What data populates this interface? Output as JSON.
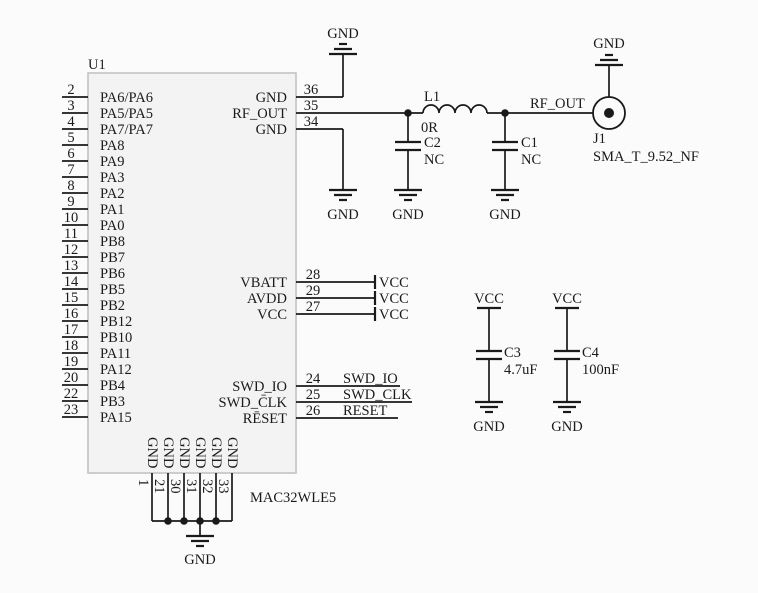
{
  "colors": {
    "background": "#fbfbfb",
    "wire": "#1a1a1a",
    "chip_fill": "#f3f3f3",
    "chip_border": "#c0c0c0"
  },
  "nets": {
    "gnd": "GND",
    "vcc": "VCC",
    "rf_out": "RF_OUT",
    "swd_io": "SWD_IO",
    "swd_clk": "SWD_CLK",
    "reset": "RESET"
  },
  "mcu": {
    "ref": "U1",
    "part": "MAC32WLE5",
    "left_pins": [
      {
        "num": "2",
        "name": "PA6/PA6"
      },
      {
        "num": "3",
        "name": "PA5/PA5"
      },
      {
        "num": "4",
        "name": "PA7/PA7"
      },
      {
        "num": "5",
        "name": "PA8"
      },
      {
        "num": "6",
        "name": "PA9"
      },
      {
        "num": "7",
        "name": "PA3"
      },
      {
        "num": "8",
        "name": "PA2"
      },
      {
        "num": "9",
        "name": "PA1"
      },
      {
        "num": "10",
        "name": "PA0"
      },
      {
        "num": "11",
        "name": "PB8"
      },
      {
        "num": "12",
        "name": "PB7"
      },
      {
        "num": "13",
        "name": "PB6"
      },
      {
        "num": "14",
        "name": "PB5"
      },
      {
        "num": "15",
        "name": "PB2"
      },
      {
        "num": "16",
        "name": "PB12"
      },
      {
        "num": "17",
        "name": "PB10"
      },
      {
        "num": "18",
        "name": "PA11"
      },
      {
        "num": "19",
        "name": "PA12"
      },
      {
        "num": "20",
        "name": "PB4"
      },
      {
        "num": "22",
        "name": "PB3"
      },
      {
        "num": "23",
        "name": "PA15"
      }
    ],
    "rf_pins": [
      {
        "num": "36",
        "name": "GND"
      },
      {
        "num": "35",
        "name": "RF_OUT"
      },
      {
        "num": "34",
        "name": "GND"
      }
    ],
    "power_pins": [
      {
        "num": "28",
        "name": "VBATT"
      },
      {
        "num": "29",
        "name": "AVDD"
      },
      {
        "num": "27",
        "name": "VCC"
      }
    ],
    "swd_pins": [
      {
        "num": "24",
        "name": "SWD_IO"
      },
      {
        "num": "25",
        "name": "SWD_C̄LK"
      },
      {
        "num": "26",
        "name": "RĒSET"
      }
    ],
    "bottom_pins": [
      {
        "num": "1",
        "name": "GND"
      },
      {
        "num": "21",
        "name": "GND"
      },
      {
        "num": "30",
        "name": "GND"
      },
      {
        "num": "31",
        "name": "GND"
      },
      {
        "num": "32",
        "name": "GND"
      },
      {
        "num": "33",
        "name": "GND"
      }
    ]
  },
  "rf_filter": {
    "l1_ref": "L1",
    "l1_value": "0R",
    "c2_ref": "C2",
    "c2_value": "NC",
    "c1_ref": "C1",
    "c1_value": "NC"
  },
  "connector": {
    "ref": "J1",
    "part": "SMA_T_9.52_NF"
  },
  "decoupling": {
    "c3_ref": "C3",
    "c3_value": "4.7uF",
    "c4_ref": "C4",
    "c4_value": "100nF"
  }
}
